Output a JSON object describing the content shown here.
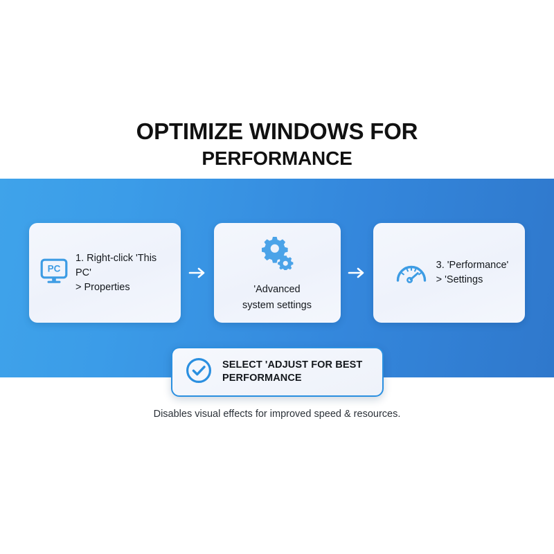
{
  "title": {
    "line1": "OPTIMIZE WINDOWS FOR",
    "line2": "PERFORMANCE"
  },
  "band": {
    "gradient_from": "#3fa3ea",
    "gradient_to": "#2f78cc"
  },
  "accent_color": "#3d9ce4",
  "steps": [
    {
      "icon": "monitor-pc-icon",
      "icon_label": "PC",
      "text": "1. Right-click 'This PC'\n> Properties"
    },
    {
      "icon": "gears-icon",
      "text": "'Advanced\nsystem settings"
    },
    {
      "icon": "gauge-icon",
      "text": "3. 'Performance'\n> 'Settings"
    }
  ],
  "arrows": [
    {
      "label": "arrow-right"
    },
    {
      "label": "arrow-right"
    }
  ],
  "callout": {
    "icon": "check-circle-icon",
    "text": "SELECT 'ADJUST FOR BEST\nPERFORMANCE"
  },
  "caption": "Disables visual effects for improved speed & resources."
}
